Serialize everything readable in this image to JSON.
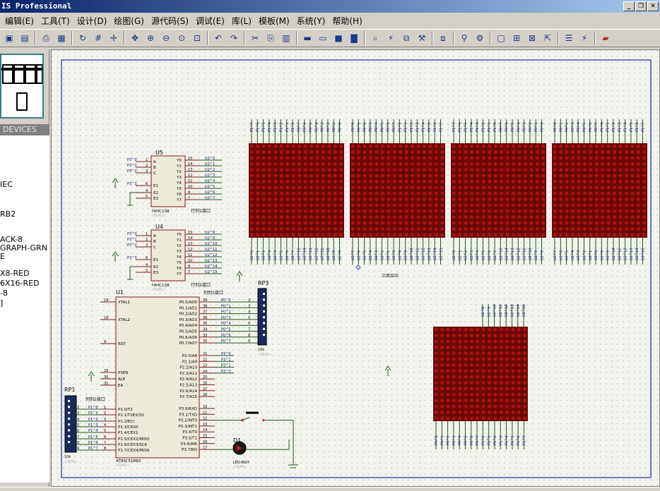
{
  "window": {
    "title": "IS Professional"
  },
  "menu": [
    "编辑(E)",
    "工具(T)",
    "设计(D)",
    "绘图(G)",
    "源代码(S)",
    "调试(E)",
    "库(L)",
    "模板(M)",
    "系统(Y)",
    "帮助(H)"
  ],
  "sidebar": {
    "header": "DEVICES",
    "items": [
      "IEC",
      "RB2",
      "ACK-8",
      "GRAPH-GRN",
      "E",
      "X8-RED",
      "6X16-RED",
      "-8",
      "]"
    ]
  },
  "schematic": {
    "u5": {
      "ref": "U5",
      "part": "74HC138",
      "net_label": "行列1接口"
    },
    "u4": {
      "ref": "U4",
      "part": "74HC138",
      "net_label": "行列2接口"
    },
    "u1": {
      "ref": "U1",
      "part": "AT89C51RB2",
      "net_label": "列列1接口"
    },
    "rp3": {
      "ref": "RP3",
      "value": "10k"
    },
    "rp1": {
      "ref": "RP1",
      "value": "10k",
      "net_label": "列列2接口"
    },
    "d1": {
      "ref": "D1",
      "part": "LED-BIGY"
    },
    "matrix_label": "正面接线",
    "text_placeholder": "<TEXT>",
    "u1_left_pins": [
      {
        "num": "19",
        "name": "XTAL1"
      },
      {
        "num": "18",
        "name": "XTAL2"
      },
      {
        "num": "9",
        "name": "RST"
      },
      {
        "num": "29",
        "name": "PSEN"
      },
      {
        "num": "30",
        "name": "ALE"
      },
      {
        "num": "31",
        "name": "EA"
      },
      {
        "num": "1",
        "name": "P1.0/T2"
      },
      {
        "num": "2",
        "name": "P1.1/T2EX/SS"
      },
      {
        "num": "3",
        "name": "P1.2/ECI"
      },
      {
        "num": "4",
        "name": "P1.3/CEX0"
      },
      {
        "num": "5",
        "name": "P1.4/CEX1"
      },
      {
        "num": "6",
        "name": "P1.5/CEX2/MISO"
      },
      {
        "num": "7",
        "name": "P1.6/CEX3/SCK"
      },
      {
        "num": "8",
        "name": "P1.7/CEX4/MOSI"
      }
    ],
    "u1_right_pins": [
      {
        "num": "39",
        "name": "P0.0/AD0"
      },
      {
        "num": "38",
        "name": "P0.1/AD1"
      },
      {
        "num": "37",
        "name": "P0.2/AD2"
      },
      {
        "num": "36",
        "name": "P0.3/AD3"
      },
      {
        "num": "35",
        "name": "P0.4/AD4"
      },
      {
        "num": "34",
        "name": "P0.5/AD5"
      },
      {
        "num": "33",
        "name": "P0.6/AD6"
      },
      {
        "num": "32",
        "name": "P0.7/AD7"
      },
      {
        "num": "21",
        "name": "P2.0/A8"
      },
      {
        "num": "22",
        "name": "P2.1/A9"
      },
      {
        "num": "23",
        "name": "P2.2/A10"
      },
      {
        "num": "24",
        "name": "P2.3/A11"
      },
      {
        "num": "25",
        "name": "P2.4/A12"
      },
      {
        "num": "26",
        "name": "P2.5/A13"
      },
      {
        "num": "27",
        "name": "P2.6/A14"
      },
      {
        "num": "28",
        "name": "P2.7/A15"
      },
      {
        "num": "10",
        "name": "P3.0/RXD"
      },
      {
        "num": "11",
        "name": "P3.1/TXD"
      },
      {
        "num": "12",
        "name": "P3.2/INT0"
      },
      {
        "num": "13",
        "name": "P3.3/INT1"
      },
      {
        "num": "14",
        "name": "P3.4/T0"
      },
      {
        "num": "15",
        "name": "P3.5/T1"
      },
      {
        "num": "16",
        "name": "P3.6/WR"
      },
      {
        "num": "17",
        "name": "P3.7/RD"
      }
    ],
    "decoder_left_pins": [
      {
        "num": "1",
        "name": "A"
      },
      {
        "num": "2",
        "name": "B"
      },
      {
        "num": "3",
        "name": "C"
      },
      {
        "num": "6",
        "name": "E1"
      },
      {
        "num": "4",
        "name": "E2"
      },
      {
        "num": "5",
        "name": "E3"
      }
    ],
    "decoder_right_pins": [
      {
        "num": "15",
        "name": "Y0"
      },
      {
        "num": "14",
        "name": "Y1"
      },
      {
        "num": "13",
        "name": "Y2"
      },
      {
        "num": "12",
        "name": "Y3"
      },
      {
        "num": "11",
        "name": "Y4"
      },
      {
        "num": "10",
        "name": "Y5"
      },
      {
        "num": "9",
        "name": "Y6"
      },
      {
        "num": "7",
        "name": "Y7"
      }
    ],
    "u5_in_nets": [
      "P3^0",
      "P3^1",
      "P3^2",
      "P3^3"
    ],
    "u4_in_nets": [
      "P3^0",
      "P3^1",
      "P3^2",
      "P3^3"
    ],
    "u5_out_nets": [
      "U2^0",
      "U2^1",
      "U2^2",
      "U2^3",
      "U2^4",
      "U2^5",
      "U2^6",
      "U2^7"
    ],
    "u4_out_nets": [
      "U2^8",
      "U2^9",
      "U2^10",
      "U2^11",
      "U2^12",
      "U2^13",
      "U2^14",
      "U2^15"
    ],
    "p0_nets": [
      "P0^0",
      "P0^1",
      "P0^2",
      "P0^3",
      "P0^4",
      "P0^5",
      "P0^6",
      "P0^7"
    ],
    "p3_nets": [
      "P3^0",
      "P3^1",
      "P3^2",
      "P3^3"
    ],
    "p1_nets": [
      "P1^0",
      "P1^1",
      "P1^2",
      "P1^3",
      "P1^4",
      "P1^5",
      "P1^6",
      "P1^7"
    ],
    "rp_pins": [
      "2",
      "3",
      "4",
      "5",
      "6",
      "7",
      "8",
      "9"
    ],
    "top_row_a": [
      "P0^0",
      "P0^1",
      "P0^2",
      "P0^3",
      "P0^4",
      "P0^5",
      "P0^6",
      "P0^7",
      "P1^0",
      "P1^1",
      "P1^2",
      "P1^3",
      "P1^4",
      "P1^5",
      "P1^6",
      "P1^7"
    ],
    "top_row_b": [
      "P1^7",
      "P1^6",
      "P1^5",
      "P1^4",
      "P1^3",
      "P1^2",
      "P1^1",
      "P1^0",
      "P0^7",
      "P0^6",
      "P0^5",
      "P0^4",
      "P0^3",
      "P0^2",
      "P0^1",
      "P0^0"
    ],
    "bottom_row_a": [
      "U2^7",
      "U2^6",
      "U2^5",
      "U2^4",
      "U2^3",
      "U2^2",
      "U2^1",
      "U2^0",
      "U2^8",
      "U2^9",
      "U2^10",
      "U2^11",
      "U2^12",
      "U2^13",
      "U2^14",
      "U2^15"
    ],
    "bottom_row_b": [
      "U2^0",
      "U2^1",
      "U2^2",
      "U2^3",
      "U2^4",
      "U2^5",
      "U2^6",
      "U2^7",
      "U2^15",
      "U2^14",
      "U2^13",
      "U2^12",
      "U2^11",
      "U2^10",
      "U2^9",
      "U2^8"
    ],
    "lower_top": [
      "U2^8",
      "U2^9",
      "U2^10",
      "U2^11",
      "U2^12",
      "U2^13",
      "U2^14",
      "U2^15"
    ],
    "lower_bottom": [
      "P0^0",
      "P0^1",
      "P0^2",
      "P0^3",
      "P0^4",
      "P0^5",
      "P0^6",
      "P0^7",
      "P1^0",
      "P1^1",
      "P1^2",
      "P1^3",
      "P1^4",
      "P1^5",
      "P1^6",
      "P1^7"
    ]
  },
  "colors": {
    "led_on": "#b8100c",
    "led_bg": "#6a0a08",
    "wire": "#1a5a1a",
    "pin_label": "#0a0a7a",
    "chip_fill": "#eeeadb",
    "chip_stroke": "#7a1a1a",
    "sheet_border": "#1030a0"
  }
}
